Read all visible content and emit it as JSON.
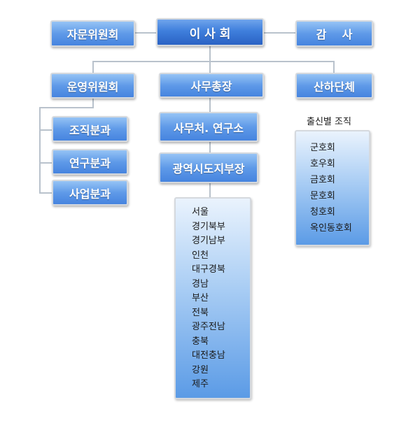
{
  "top": {
    "board": "이 사 회",
    "advisory": "자문위원회",
    "audit": "감    사"
  },
  "second": {
    "operations": "운영위원회",
    "secretary": "사무총장",
    "affiliates": "산하단체"
  },
  "operations_subcommittees": [
    "조직분과",
    "연구분과",
    "사업분과"
  ],
  "secretariat": {
    "office": "사무처. 연구소",
    "branches": "광역시도지부장"
  },
  "regional_branches": [
    "서울",
    "경기북부",
    "경기남부",
    "인천",
    "대구경북",
    "경남",
    "부산",
    "전북",
    "광주전남",
    "충북",
    "대전충남",
    "강원",
    "제주"
  ],
  "affiliates_section": {
    "title": "출신별 조직",
    "items": [
      "군호회",
      "호우회",
      "금호회",
      "문호회",
      "청호회",
      "옥인동호회"
    ]
  }
}
